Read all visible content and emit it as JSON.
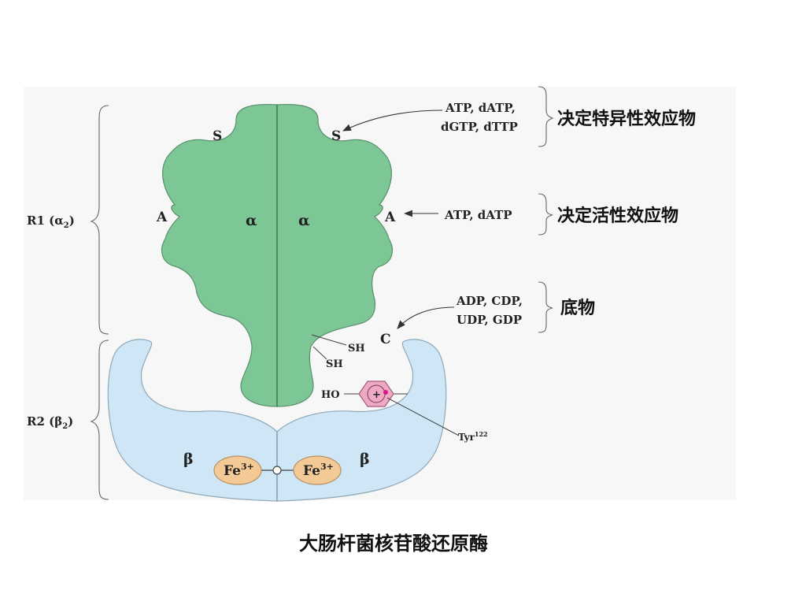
{
  "figure": {
    "caption": "大肠杆菌核苷酸还原酶",
    "colors": {
      "alpha_subunit": "#7cc795",
      "beta_subunit": "#cfe6f6",
      "fe_ion": "#f3c995",
      "tyr_ring": "#f0a9c4",
      "panel_background": "#f7f7f7"
    }
  },
  "r1": {
    "label_main": "R1 (α",
    "label_sub": "2",
    "label_close": ")",
    "alpha_left": "α",
    "alpha_right": "α",
    "site_s_left": "S",
    "site_s_right": "S",
    "site_a_left": "A",
    "site_a_right": "A",
    "site_c": "C",
    "sh_1": "SH",
    "sh_2": "SH"
  },
  "r2": {
    "label_main": "R2 (β",
    "label_sub": "2",
    "label_close": ")",
    "beta_left": "β",
    "beta_right": "β",
    "fe_base": "Fe",
    "fe_sup": "3+",
    "ho": "HO",
    "tyr_base": "Tyr",
    "tyr_sup": "122",
    "radical": "+"
  },
  "annotations": {
    "specificity": {
      "line1": "ATP, dATP,",
      "line2": "dGTP, dTTP",
      "label": "决定特异性效应物"
    },
    "activity": {
      "line1": "ATP, dATP",
      "label": "决定活性效应物"
    },
    "substrate": {
      "line1": "ADP, CDP,",
      "line2": "UDP, GDP",
      "label": "底物"
    }
  }
}
